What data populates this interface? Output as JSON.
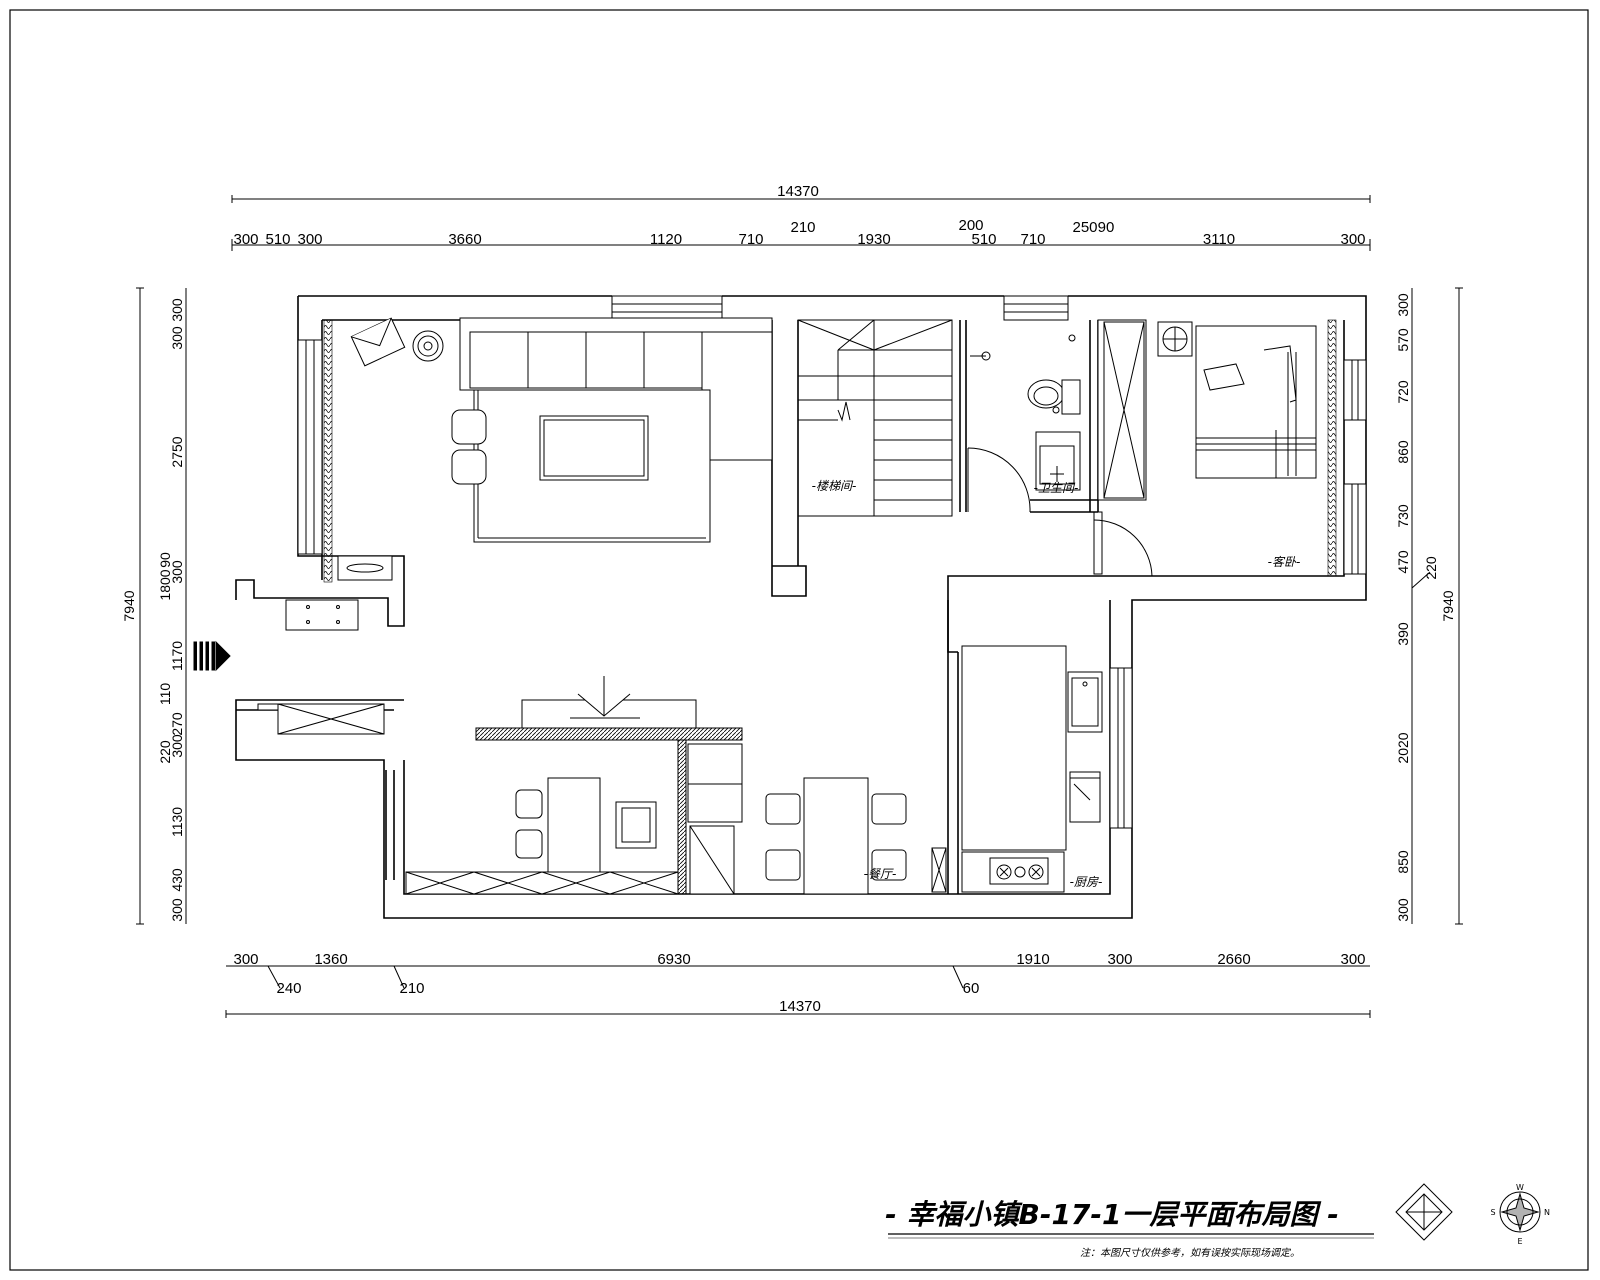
{
  "title": "- 幸福小镇B-17-1一层平面布局图 -",
  "note": "注：本图尺寸仅供参考，如有误按实际现场调定。",
  "compass": {
    "n": "N",
    "s": "S",
    "e": "E",
    "w": "W"
  },
  "rooms": {
    "stair": "-楼梯间-",
    "bath": "-卫生间-",
    "guest": "-客卧-",
    "dining": "-餐厅-",
    "kitchen": "-厨房-"
  },
  "dims_top": {
    "total": "14370",
    "d1": "300",
    "d2": "510",
    "d3": "300",
    "d4": "3660",
    "d5": "1120",
    "d6": "710",
    "d7": "210",
    "d8": "1930",
    "d9": "200",
    "d10": "510",
    "d11": "710",
    "d12": "250",
    "d13": "90",
    "d14": "3110",
    "d15": "300"
  },
  "dims_bottom": {
    "total": "14370",
    "d1": "300",
    "d2": "240",
    "d3": "1360",
    "d4": "210",
    "d5": "6930",
    "d6": "60",
    "d7": "1910",
    "d8": "300",
    "d9": "2660",
    "d10": "300"
  },
  "dims_left": {
    "total": "7940",
    "d1": "300",
    "d2": "300",
    "d3": "2750",
    "d4": "1800",
    "d5": "90",
    "d6": "300",
    "d7": "1170",
    "d8": "110",
    "d9": "270",
    "d10": "300",
    "d11": "220",
    "d12": "1130",
    "d13": "300",
    "d14": "430"
  },
  "dims_right": {
    "total": "7940",
    "d1": "300",
    "d2": "570",
    "d3": "720",
    "d4": "860",
    "d5": "730",
    "d6": "470",
    "d7": "220",
    "d8": "390",
    "d9": "2020",
    "d10": "850",
    "d11": "300"
  }
}
